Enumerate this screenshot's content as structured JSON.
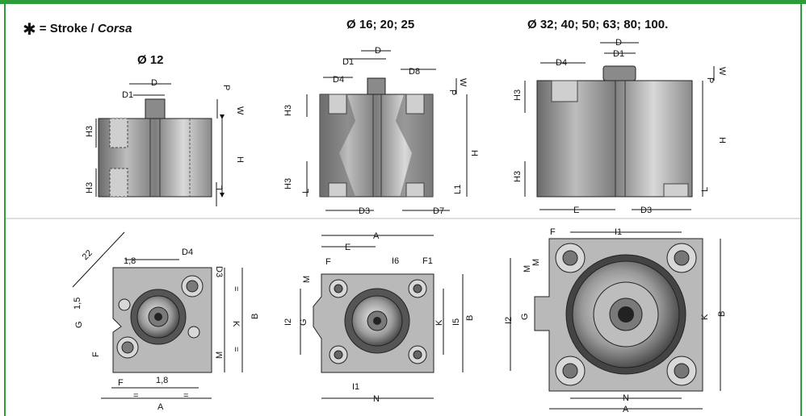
{
  "legend": {
    "star": "✱",
    "label": "= Stroke / ",
    "label_italic": "Corsa"
  },
  "groups": {
    "g12": {
      "title": "Ø 12"
    },
    "g16": {
      "title": "Ø 16; 20; 25"
    },
    "g32": {
      "title": "Ø 32; 40; 50; 63; 80; 100."
    }
  },
  "labels": {
    "D": "D",
    "D1": "D1",
    "D3": "D3",
    "D4": "D4",
    "D7": "D7",
    "D8": "D8",
    "P": "P",
    "W": "W",
    "H": "H",
    "H3": "H3",
    "L": "L",
    "L1": "L1",
    "A": "A",
    "B": "B",
    "E": "E",
    "F": "F",
    "F1": "F1",
    "G": "G",
    "K": "K",
    "M": "M",
    "N": "N",
    "I1": "I1",
    "I2": "I2",
    "I5": "I5",
    "I6": "I6",
    "eq": "=",
    "v22": "22",
    "v18": "1,8",
    "v15": "1,5",
    "M1": "M"
  },
  "colors": {
    "accent": "#2e9b3c",
    "metal_dark": "#5a5a5a",
    "metal_mid": "#9a9a9a",
    "metal_light": "#d8d8d8"
  }
}
